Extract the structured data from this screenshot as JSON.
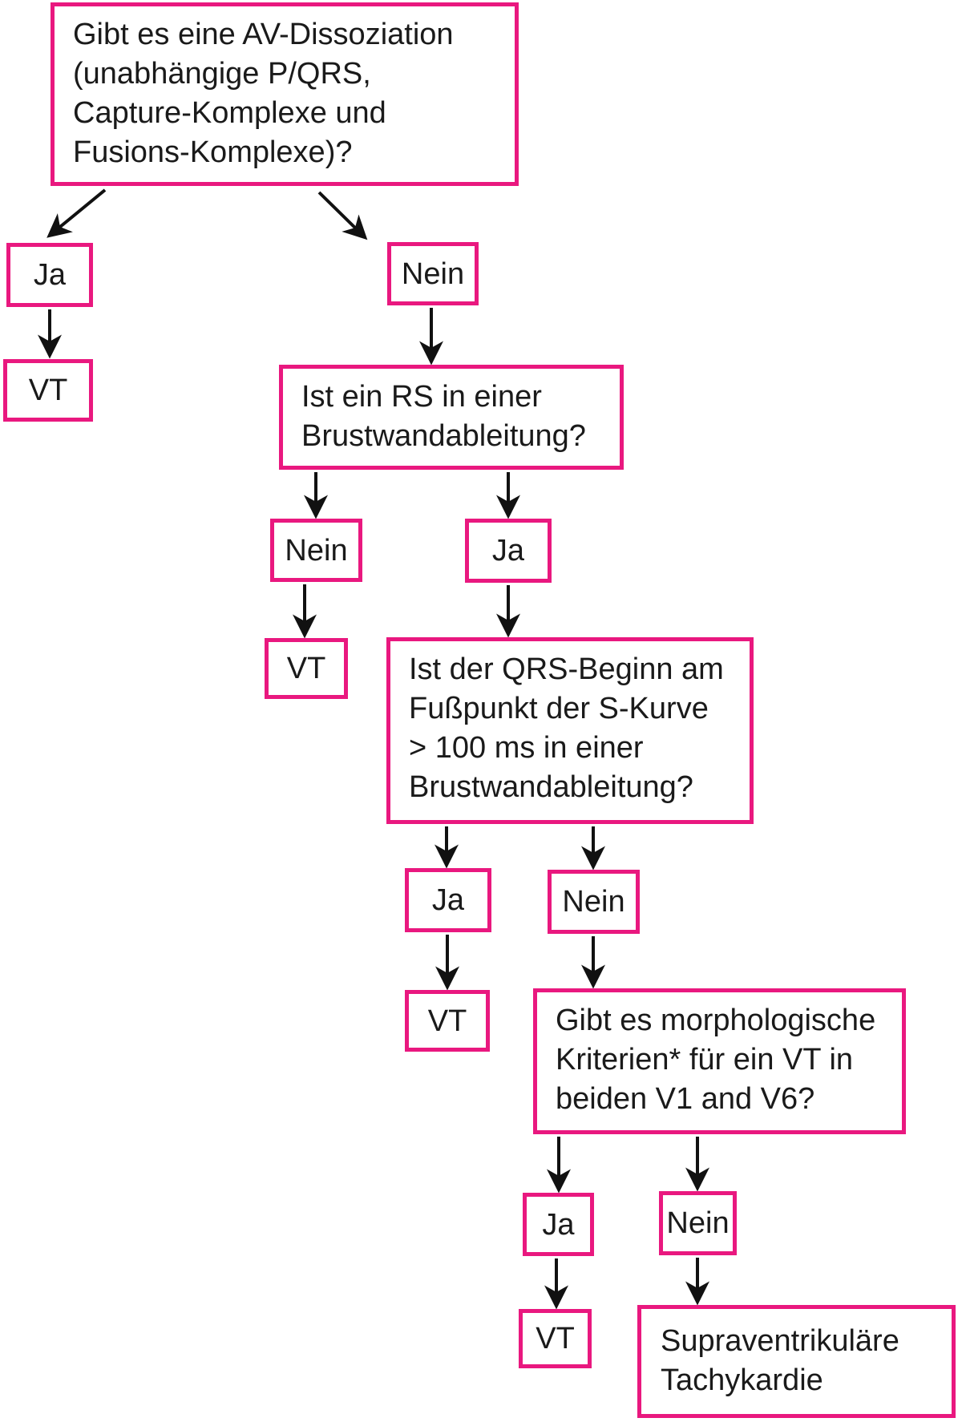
{
  "colors": {
    "box_border": "#e9187f",
    "text": "#1a1a1a",
    "arrow": "#111111",
    "background": "#ffffff"
  },
  "flowchart": {
    "q1": {
      "label": "Gibt es eine AV-Dissoziation\n(unabhängige P/QRS,\nCapture-Komplexe und\nFusions-Komplexe)?"
    },
    "ja1": {
      "label": "Ja"
    },
    "vt1": {
      "label": "VT"
    },
    "nein1": {
      "label": "Nein"
    },
    "q2": {
      "label": "Ist ein RS in einer\nBrustwandableitung?"
    },
    "nein2": {
      "label": "Nein"
    },
    "ja2": {
      "label": "Ja"
    },
    "vt2": {
      "label": "VT"
    },
    "q3": {
      "label": "Ist der QRS-Beginn am\nFußpunkt der S-Kurve\n> 100 ms in einer\nBrustwandableitung?"
    },
    "ja3": {
      "label": "Ja"
    },
    "nein3": {
      "label": "Nein"
    },
    "vt3": {
      "label": "VT"
    },
    "q4": {
      "label": "Gibt es morphologische\nKriterien* für ein VT in\nbeiden V1 and V6?"
    },
    "ja4": {
      "label": "Ja"
    },
    "nein4": {
      "label": "Nein"
    },
    "vt4": {
      "label": "VT"
    },
    "svt": {
      "label": "Supraventrikuläre\nTachykardie"
    }
  }
}
